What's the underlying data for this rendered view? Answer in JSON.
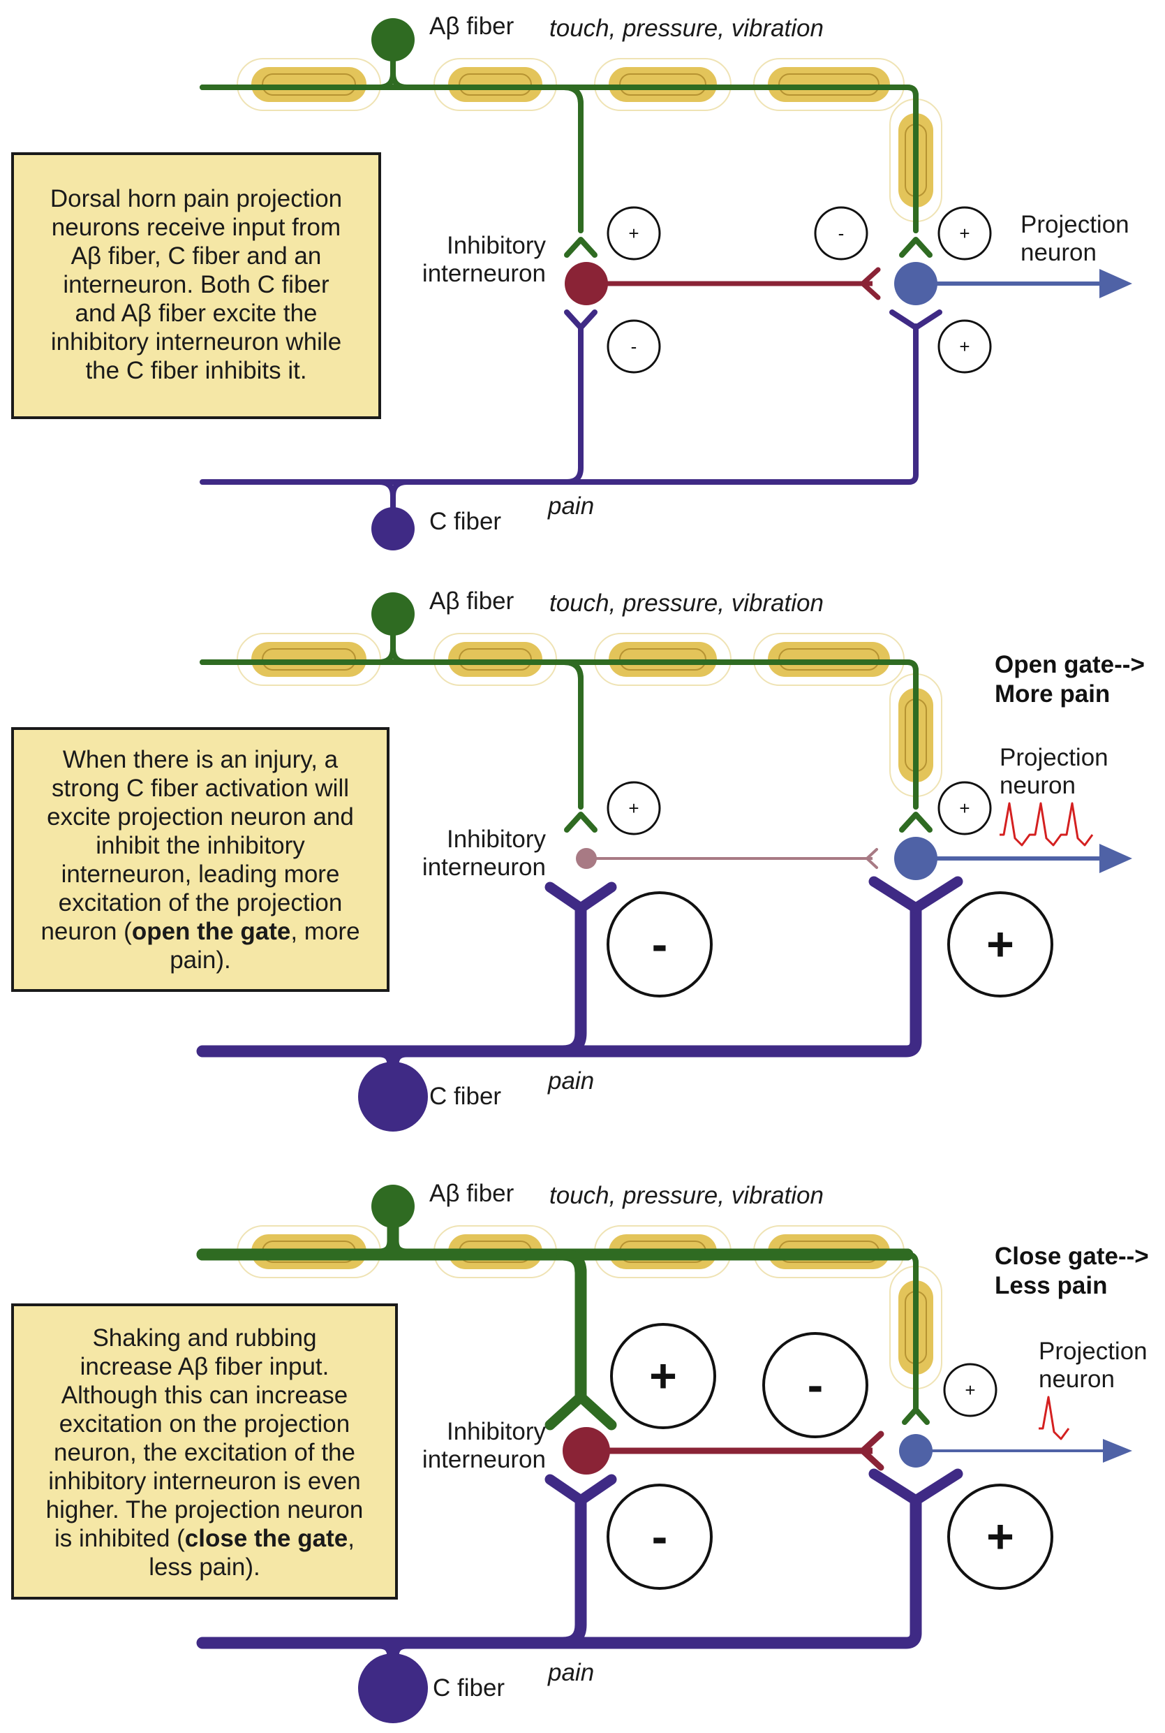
{
  "colors": {
    "ab_fiber": "#2f6b22",
    "c_fiber": "#3f2a85",
    "interneuron": "#8a2336",
    "interneuron_faded": "#a87a84",
    "projection": "#4f62a6",
    "schwann": "#e3c45a",
    "box_fill": "#f5e7a6",
    "trace": "#d42020"
  },
  "icons": {
    "plus": "plus-sign",
    "minus": "minus-sign",
    "schwann": "schwann-cell-myelin-icon",
    "spike": "action-potential-trace-icon"
  },
  "panels": [
    {
      "ab_fiber_label": "Aβ fiber",
      "ab_modality": "touch, pressure, vibration",
      "c_fiber_label": "C fiber",
      "c_modality": "pain",
      "interneuron_label": [
        "Inhibitory",
        "interneuron"
      ],
      "projection_label": [
        "Projection",
        "neuron"
      ],
      "gate_status": [],
      "description": [
        {
          "segs": [
            {
              "t": "Dorsal horn pain projection",
              "b": false
            }
          ]
        },
        {
          "segs": [
            {
              "t": "neurons receive input from",
              "b": false
            }
          ]
        },
        {
          "segs": [
            {
              "t": "Aβ fiber, C fiber and an",
              "b": false
            }
          ]
        },
        {
          "segs": [
            {
              "t": "interneuron. Both C fiber",
              "b": false
            }
          ]
        },
        {
          "segs": [
            {
              "t": "and Aβ fiber excite the",
              "b": false
            }
          ]
        },
        {
          "segs": [
            {
              "t": "inhibitory interneuron while",
              "b": false
            }
          ]
        },
        {
          "segs": [
            {
              "t": "the C fiber inhibits it.",
              "b": false
            }
          ]
        }
      ],
      "signs": {
        "ab_to_inter": "+",
        "c_to_inter": "-",
        "inter_to_proj": "-",
        "ab_to_proj": "+",
        "c_to_proj": "+"
      },
      "interneuron_active": true,
      "spike_count": 0
    },
    {
      "ab_fiber_label": "Aβ fiber",
      "ab_modality": "touch, pressure, vibration",
      "c_fiber_label": "C fiber",
      "c_modality": "pain",
      "interneuron_label": [
        "Inhibitory",
        "interneuron"
      ],
      "projection_label": [
        "Projection",
        "neuron"
      ],
      "gate_status": [
        "Open gate-->",
        "More pain"
      ],
      "description": [
        {
          "segs": [
            {
              "t": "When there is an injury, a",
              "b": false
            }
          ]
        },
        {
          "segs": [
            {
              "t": "strong C fiber activation will",
              "b": false
            }
          ]
        },
        {
          "segs": [
            {
              "t": "excite projection neuron and",
              "b": false
            }
          ]
        },
        {
          "segs": [
            {
              "t": "inhibit the inhibitory",
              "b": false
            }
          ]
        },
        {
          "segs": [
            {
              "t": "interneuron, leading more",
              "b": false
            }
          ]
        },
        {
          "segs": [
            {
              "t": "excitation of the projection",
              "b": false
            }
          ]
        },
        {
          "segs": [
            {
              "t": "neuron (",
              "b": false
            },
            {
              "t": "open the gate",
              "b": true
            },
            {
              "t": ", more",
              "b": false
            }
          ]
        },
        {
          "segs": [
            {
              "t": "pain).",
              "b": false
            }
          ]
        }
      ],
      "signs": {
        "ab_to_inter": "+",
        "c_to_inter": "-",
        "inter_to_proj": "",
        "ab_to_proj": "+",
        "c_to_proj": "+"
      },
      "interneuron_active": false,
      "spike_count": 3
    },
    {
      "ab_fiber_label": "Aβ fiber",
      "ab_modality": "touch, pressure, vibration",
      "c_fiber_label": "C fiber",
      "c_modality": "pain",
      "interneuron_label": [
        "Inhibitory",
        "interneuron"
      ],
      "projection_label": [
        "Projection",
        "neuron"
      ],
      "gate_status": [
        "Close gate-->",
        "Less pain"
      ],
      "description": [
        {
          "segs": [
            {
              "t": "Shaking and rubbing",
              "b": false
            }
          ]
        },
        {
          "segs": [
            {
              "t": "increase Aβ fiber input.",
              "b": false
            }
          ]
        },
        {
          "segs": [
            {
              "t": "Although this can increase",
              "b": false
            }
          ]
        },
        {
          "segs": [
            {
              "t": "excitation on the projection",
              "b": false
            }
          ]
        },
        {
          "segs": [
            {
              "t": "neuron, the excitation of the",
              "b": false
            }
          ]
        },
        {
          "segs": [
            {
              "t": "inhibitory interneuron is even",
              "b": false
            }
          ]
        },
        {
          "segs": [
            {
              "t": "higher. The projection neuron",
              "b": false
            }
          ]
        },
        {
          "segs": [
            {
              "t": "is inhibited (",
              "b": false
            },
            {
              "t": "close the gate",
              "b": true
            },
            {
              "t": ",",
              "b": false
            }
          ]
        },
        {
          "segs": [
            {
              "t": "less pain).",
              "b": false
            }
          ]
        }
      ],
      "signs": {
        "ab_to_inter": "+",
        "c_to_inter": "-",
        "inter_to_proj": "-",
        "ab_to_proj": "+",
        "c_to_proj": "+"
      },
      "interneuron_active": true,
      "spike_count": 1
    }
  ]
}
